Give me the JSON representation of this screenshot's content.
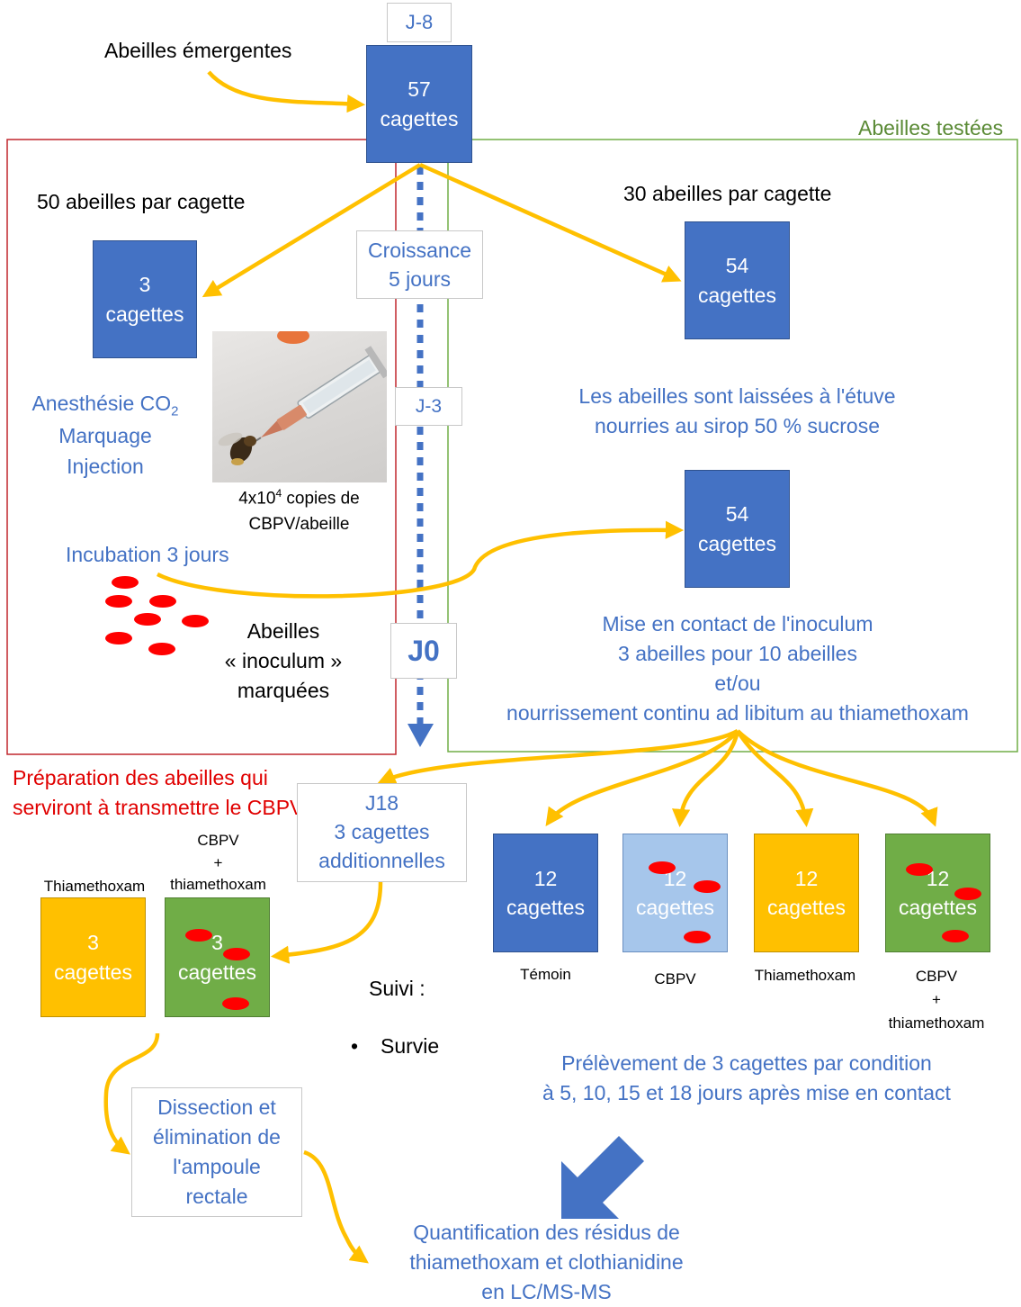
{
  "top": {
    "day_label": "J-8",
    "start_text": "Abeilles émergentes",
    "start_box": [
      "57",
      "cagettes"
    ]
  },
  "frames": {
    "tested_title": "Abeilles testées"
  },
  "left": {
    "per_cage": "50 abeilles par cagette",
    "box": [
      "3",
      "cagettes"
    ],
    "steps": [
      "Anesthésie CO",
      "Marquage",
      "Injection"
    ],
    "steps_sub": "2",
    "dose_line1_a": "4x10",
    "dose_sup": "4",
    "dose_line1_b": " copies de",
    "dose_line2": "CBPV/abeille",
    "incubation": "Incubation 3 jours",
    "inoculum": [
      "Abeilles",
      "« inoculum »",
      "marquées"
    ],
    "caption": [
      "Préparation des abeilles qui",
      "serviront à transmettre le CBPV"
    ]
  },
  "timeline": {
    "growth": [
      "Croissance",
      "5 jours"
    ],
    "jm3": "J-3",
    "j0": "J0"
  },
  "right": {
    "per_cage": "30 abeilles par cagette",
    "box1": [
      "54",
      "cagettes"
    ],
    "note": [
      "Les abeilles sont laissées à l'étuve",
      "nourries au sirop 50 % sucrose"
    ],
    "box2": [
      "54",
      "cagettes"
    ],
    "contact": [
      "Mise en contact de l'inoculum",
      "3 abeilles pour 10 abeilles",
      "et/ou",
      "nourrissement continu ad libitum au thiamethoxam"
    ]
  },
  "conditions": [
    {
      "box": [
        "12",
        "cagettes"
      ],
      "label": [
        "Témoin"
      ],
      "color": "#4472c4"
    },
    {
      "box": [
        "12",
        "cagettes"
      ],
      "label": [
        "CBPV"
      ],
      "color": "#a6c6eb"
    },
    {
      "box": [
        "12",
        "cagettes"
      ],
      "label": [
        "Thiamethoxam"
      ],
      "color": "#ffc000"
    },
    {
      "box": [
        "12",
        "cagettes"
      ],
      "label": [
        "CBPV",
        "+",
        "thiamethoxam"
      ],
      "color": "#70ad47"
    }
  ],
  "additional": {
    "label": [
      "J18",
      "3 cagettes",
      "additionnelles"
    ],
    "yellow_label": "Thiamethoxam",
    "yellow_box": [
      "3",
      "cagettes"
    ],
    "green_label": [
      "CBPV",
      "+",
      "thiamethoxam"
    ],
    "green_box": [
      "3",
      "cagettes"
    ]
  },
  "followup": {
    "title": "Suivi :",
    "bullet": "•",
    "item": "Survie"
  },
  "sampling": [
    "Prélèvement de 3 cagettes par condition",
    "à 5, 10, 15 et 18 jours après mise en contact"
  ],
  "dissection": [
    "Dissection et",
    "élimination de",
    "l'ampoule",
    "rectale"
  ],
  "quantification": [
    "Quantification des résidus de",
    "thiamethoxam et clothianidine",
    "en LC/MS-MS"
  ],
  "colors": {
    "blue": "#4472c4",
    "light_blue": "#a6c6eb",
    "yellow": "#ffc000",
    "green": "#70ad47",
    "red": "#e00000",
    "arrow": "#ffc000"
  }
}
